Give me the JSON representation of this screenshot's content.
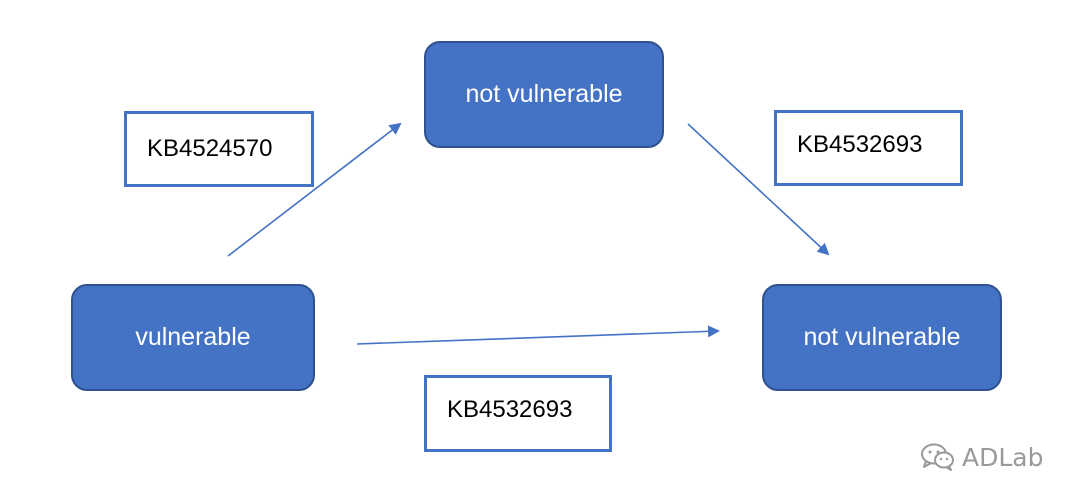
{
  "colors": {
    "node_fill": "#4472c4",
    "node_border": "#2f528f",
    "arrow": "#4472c4",
    "label_border": "#4472c4",
    "watermark": "#9a9a9a"
  },
  "nodes": {
    "top": {
      "label": "not vulnerable"
    },
    "left": {
      "label": "vulnerable"
    },
    "right": {
      "label": "not vulnerable"
    }
  },
  "edges": {
    "left_to_top": {
      "label": "KB4524570"
    },
    "top_to_right": {
      "label": "KB4532693"
    },
    "left_to_right": {
      "label": "KB4532693"
    }
  },
  "watermark": {
    "text": "ADLab",
    "icon": "wechat-icon"
  }
}
